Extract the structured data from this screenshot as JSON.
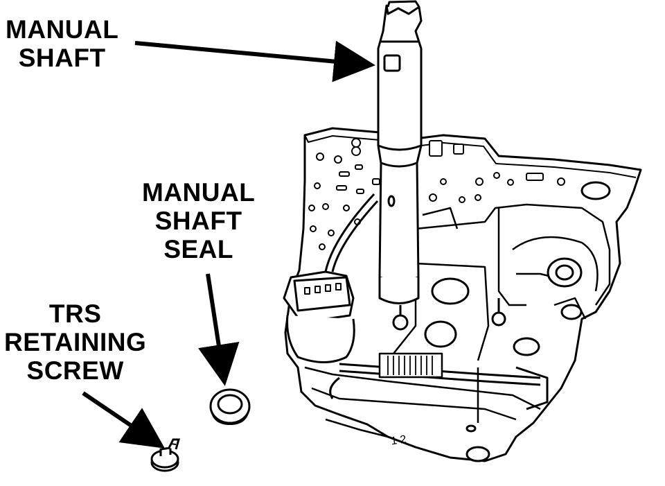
{
  "labels": {
    "manual_shaft": [
      "MANUAL",
      "SHAFT"
    ],
    "manual_shaft_seal": [
      "MANUAL",
      "SHAFT",
      "SEAL"
    ],
    "trs_retaining_screw": [
      "TRS",
      "RETAINING",
      "SCREW"
    ]
  },
  "part_number": "1 2",
  "colors": {
    "ink": "#000000",
    "paper": "#ffffff"
  }
}
